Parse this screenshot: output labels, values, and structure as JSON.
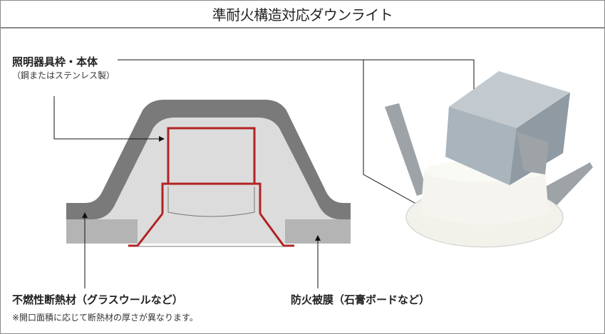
{
  "title": "準耐火構造対応ダウンライト",
  "labels": {
    "fixture": {
      "main": "照明器具枠・本体",
      "sub": "（鋼またはステンレス製）"
    },
    "insulation": {
      "main": "不燃性断熱材（グラスウールなど）",
      "sub": "※開口面積に応じて断熱材の厚さが異なります。"
    },
    "fire_cover": {
      "main": "防火被膜（石膏ボードなど）"
    }
  },
  "colors": {
    "insulation": "#7a7a7a",
    "board": "#b4b4b4",
    "cavity": "#dcdcdc",
    "fixture_outline": "#b22222",
    "housing": "#a9b4bd",
    "trim": "#f2f1ea"
  }
}
